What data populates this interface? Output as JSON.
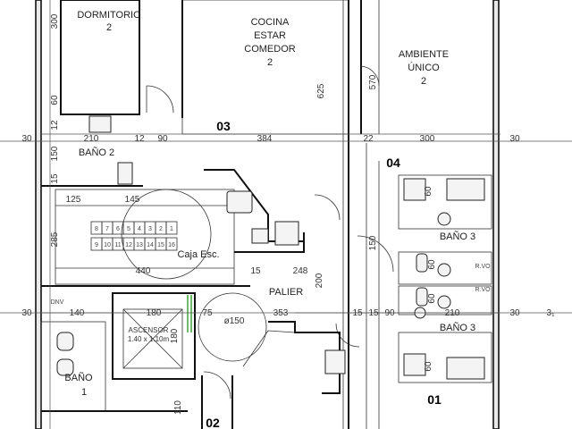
{
  "rooms": {
    "dormitorio": [
      "DORMITORIO",
      "2"
    ],
    "cocina": [
      "COCINA",
      "ESTAR",
      "COMEDOR",
      "2"
    ],
    "ambiente": [
      "AMBIENTE",
      "ÚNICO",
      "2"
    ],
    "bano2": "BAÑO 2",
    "bano3_top": "BAÑO 3",
    "bano3_bottom": "BAÑO 3",
    "bano1": [
      "BAÑO",
      "1"
    ],
    "caja_esc": "Caja Esc.",
    "palier": "PALIER",
    "ascensor": [
      "ASCENSOR",
      "1.40 x 1.10m"
    ]
  },
  "units": {
    "u03": "03",
    "u04": "04",
    "u01": "01",
    "u02": "02"
  },
  "dims": {
    "d300_left": "300",
    "d60_a": "60",
    "d12_a": "12",
    "d210": "210",
    "d12_b": "12",
    "d90": "90",
    "d384": "384",
    "d22": "22",
    "d300_right": "300",
    "d30_tl": "30",
    "d30_tr": "30",
    "d150_v": "150",
    "d15_v": "15",
    "d125": "125",
    "d145": "145",
    "d285": "285",
    "d440": "440",
    "d15_b": "15",
    "d248": "248",
    "d200": "200",
    "d625": "625",
    "d570": "570",
    "d150_r": "150",
    "d30_ml": "30",
    "d140": "140",
    "d180": "180",
    "d75": "75",
    "phi150": "ø150",
    "d353": "353",
    "d15_c": "15",
    "d15_d": "15",
    "d90_b": "90",
    "d210_b": "210",
    "d30_mr": "30",
    "d31": "3₁",
    "d110": "110",
    "d60_b": "60",
    "d60_c": "60",
    "d60_d": "60",
    "d60_e": "60",
    "rv1": "R.VO",
    "rv2": "R.VO",
    "dnv": "DNV",
    "d180_v": "180"
  },
  "stairs": [
    "1",
    "2",
    "3",
    "4",
    "5",
    "6",
    "7",
    "8",
    "9",
    "10",
    "11",
    "12",
    "13",
    "14",
    "15",
    "16"
  ]
}
